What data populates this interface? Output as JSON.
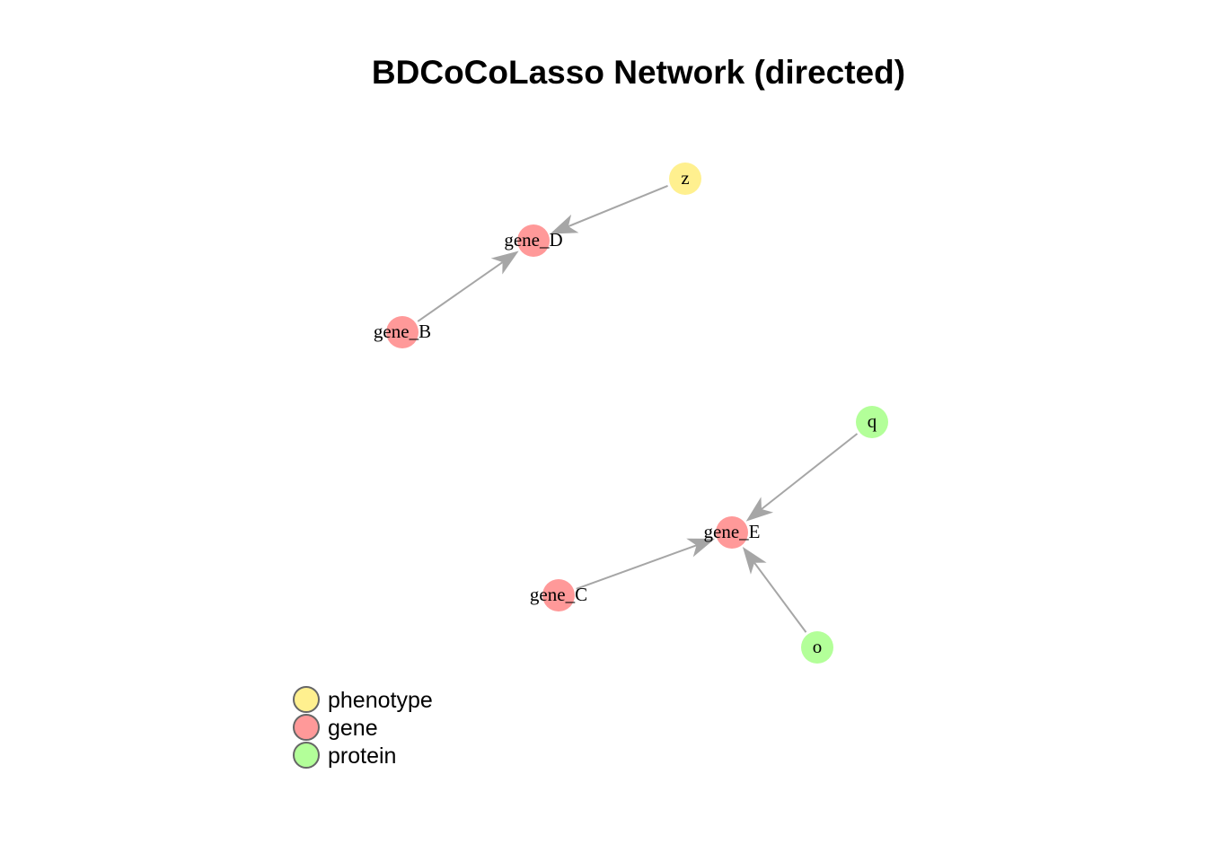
{
  "title": "BDCoCoLasso Network (directed)",
  "colors": {
    "phenotype": "#FFF08F",
    "gene": "#FF9999",
    "protein": "#B3FF99",
    "edge": "#A6A6A6"
  },
  "nodes": [
    {
      "id": "z",
      "label": "z",
      "group": "phenotype"
    },
    {
      "id": "gene_D",
      "label": "gene_D",
      "group": "gene"
    },
    {
      "id": "gene_B",
      "label": "gene_B",
      "group": "gene"
    },
    {
      "id": "q",
      "label": "q",
      "group": "protein"
    },
    {
      "id": "gene_E",
      "label": "gene_E",
      "group": "gene"
    },
    {
      "id": "gene_C",
      "label": "gene_C",
      "group": "gene"
    },
    {
      "id": "o",
      "label": "o",
      "group": "protein"
    }
  ],
  "edges": [
    {
      "from": "z",
      "to": "gene_D"
    },
    {
      "from": "gene_B",
      "to": "gene_D"
    },
    {
      "from": "q",
      "to": "gene_E"
    },
    {
      "from": "gene_C",
      "to": "gene_E"
    },
    {
      "from": "o",
      "to": "gene_E"
    }
  ],
  "legend": [
    {
      "label": "phenotype",
      "group": "phenotype"
    },
    {
      "label": "gene",
      "group": "gene"
    },
    {
      "label": "protein",
      "group": "protein"
    }
  ]
}
